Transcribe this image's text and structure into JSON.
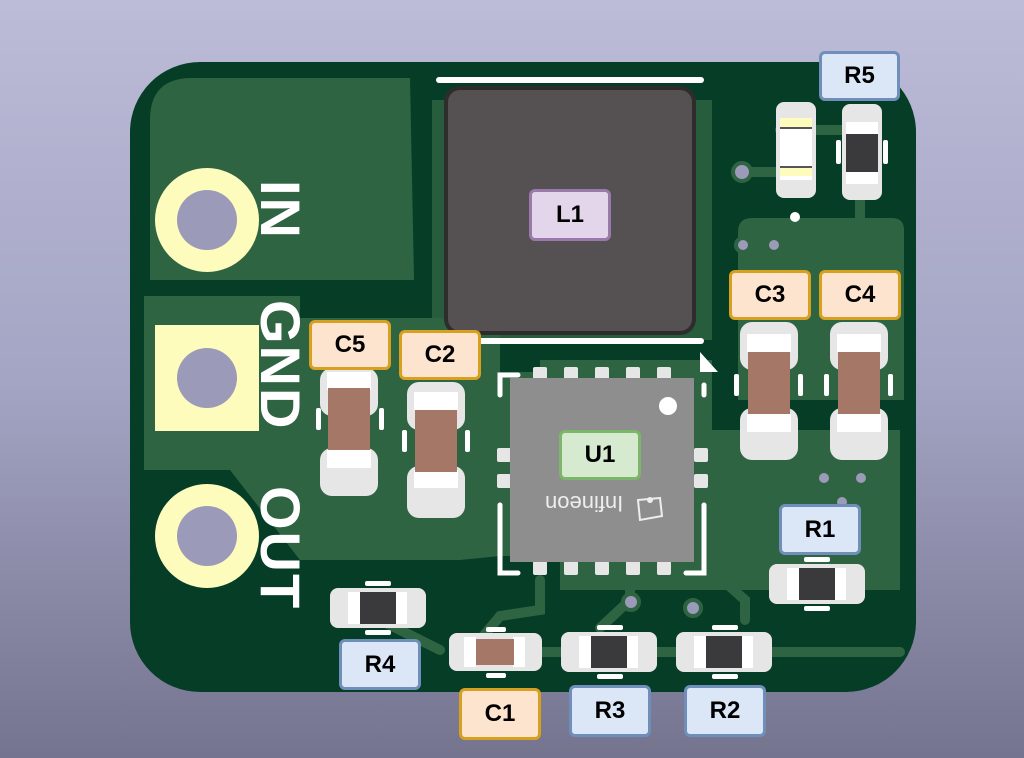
{
  "board": {
    "colors": {
      "background_top": "#bcbcd8",
      "background_bottom": "#74748f",
      "substrate": "#063d27",
      "copper_fill": "#2f6443",
      "silkscreen": "#ffffff",
      "pad_gold": "#fdfcbc",
      "drill": "#9b9ab8",
      "smd_pad": "#e6e6e6",
      "resistor_body": "#3a3a3c",
      "capacitor_body": "#a57767",
      "inductor_body": "#555152",
      "ic_body": "#8e8e8e"
    },
    "silkscreen_labels": {
      "in": "IN",
      "gnd": "GND",
      "out": "OUT"
    },
    "ic_marking": "Infineon"
  },
  "components": [
    {
      "ref": "R5",
      "type": "resistor"
    },
    {
      "ref": "L1",
      "type": "inductor"
    },
    {
      "ref": "C3",
      "type": "capacitor"
    },
    {
      "ref": "C4",
      "type": "capacitor"
    },
    {
      "ref": "C5",
      "type": "capacitor"
    },
    {
      "ref": "C2",
      "type": "capacitor"
    },
    {
      "ref": "U1",
      "type": "ic"
    },
    {
      "ref": "R1",
      "type": "resistor"
    },
    {
      "ref": "R4",
      "type": "resistor"
    },
    {
      "ref": "C1",
      "type": "capacitor"
    },
    {
      "ref": "R3",
      "type": "resistor"
    },
    {
      "ref": "R2",
      "type": "resistor"
    }
  ]
}
